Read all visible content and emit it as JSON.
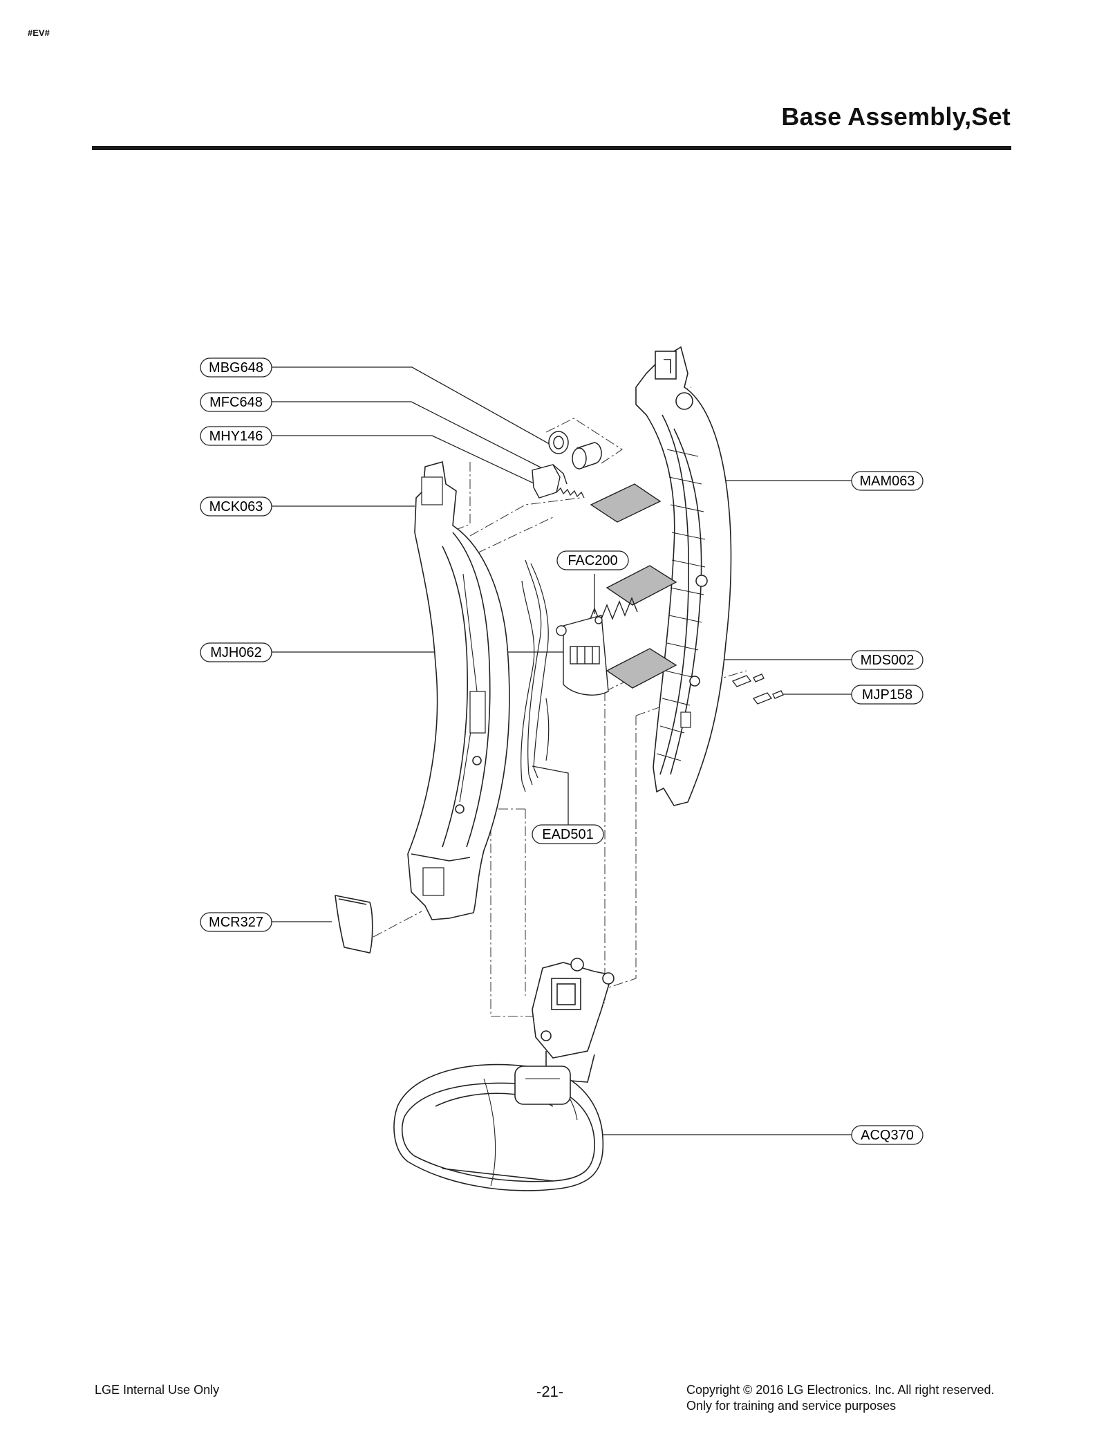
{
  "header": {
    "doc_code": "#EV#",
    "title": "Base Assembly,Set"
  },
  "callouts": [
    {
      "label": "MBG648",
      "part": "bushing-pair"
    },
    {
      "label": "MFC648",
      "part": "latch-bracket"
    },
    {
      "label": "MHY146",
      "part": "spring"
    },
    {
      "label": "MCK063",
      "part": "rear-handle-cover"
    },
    {
      "label": "MJH062",
      "part": "lower-connector"
    },
    {
      "label": "MCR327",
      "part": "small-cover"
    },
    {
      "label": "MAM063",
      "part": "front-body-frame"
    },
    {
      "label": "FAC200",
      "part": "terminal-block"
    },
    {
      "label": "MDS002",
      "part": "pad-sheets"
    },
    {
      "label": "MJP158",
      "part": "terminal-pins"
    },
    {
      "label": "EAD501",
      "part": "wire-harness"
    },
    {
      "label": "ACQ370",
      "part": "nozzle-head-assembly"
    }
  ],
  "footer": {
    "left": "LGE Internal Use Only",
    "center": "-21-",
    "right_line1": "Copyright © 2016 LG Electronics. Inc. All right reserved.",
    "right_line2": "Only for training and service purposes"
  }
}
